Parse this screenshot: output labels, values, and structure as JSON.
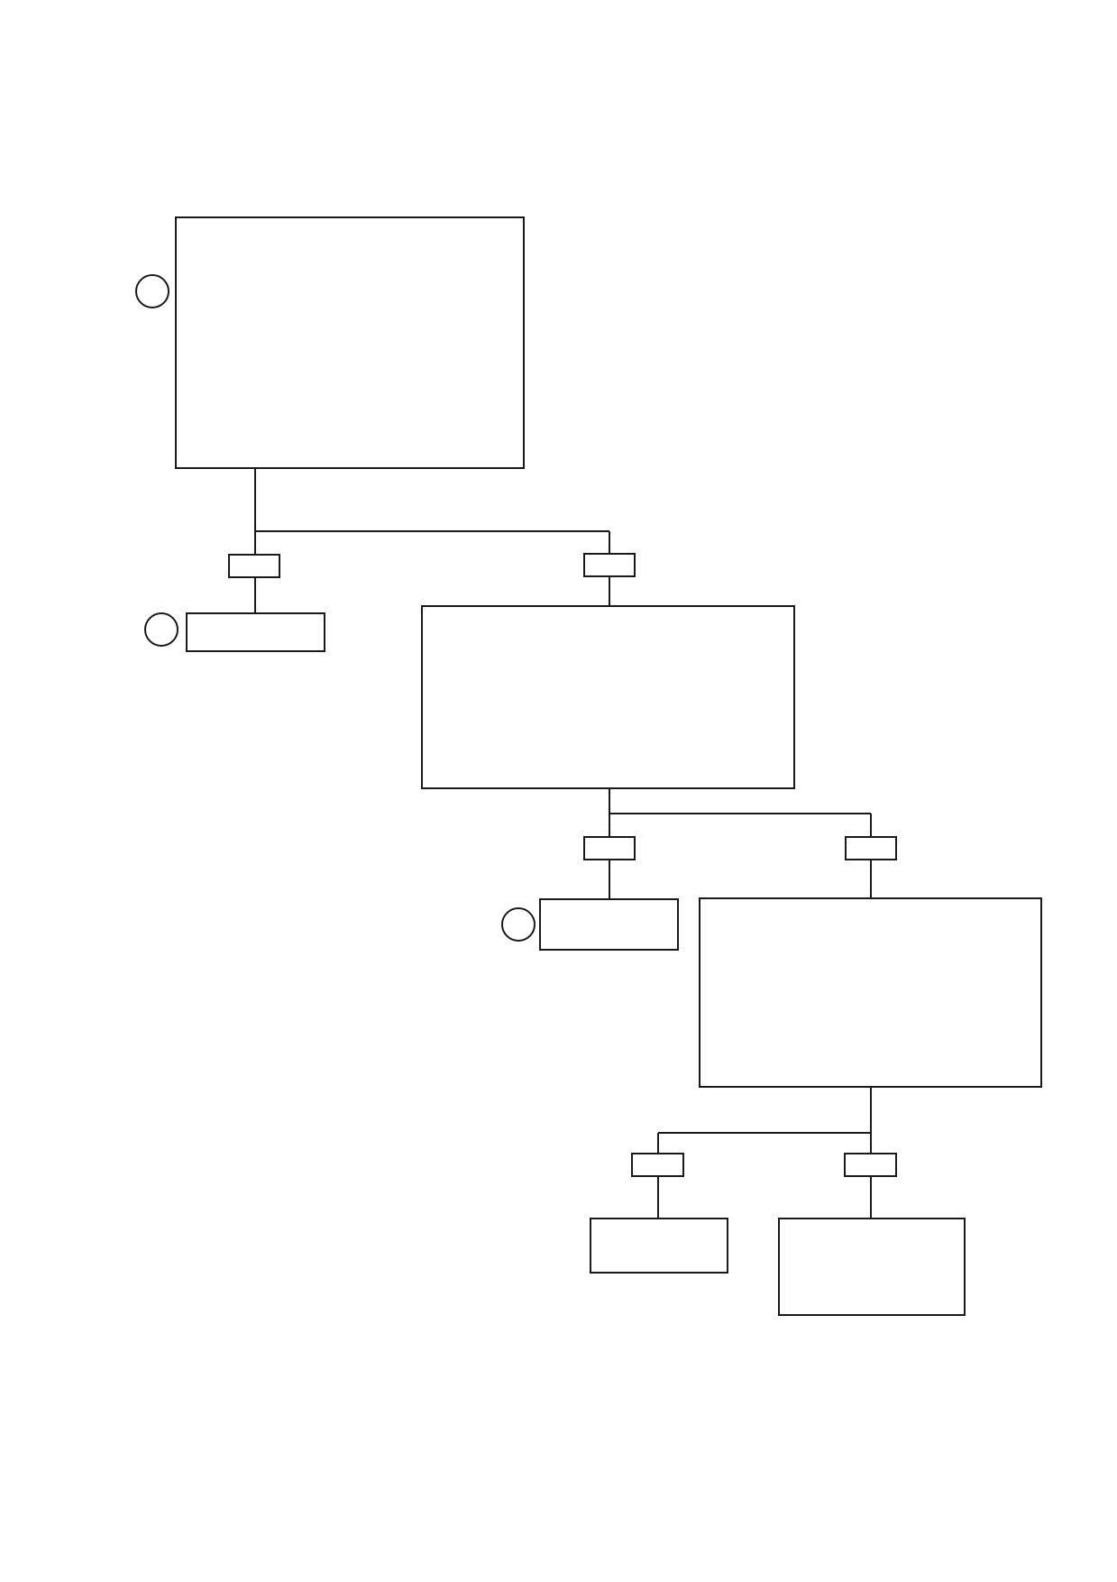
{
  "diagram": {
    "type": "decision-tree",
    "colors": {
      "stroke": "#1a1a1a",
      "background": "#ffffff"
    },
    "nodes": [
      {
        "id": "n1",
        "text": "",
        "marker": true
      },
      {
        "id": "n2",
        "text": "",
        "marker": true
      },
      {
        "id": "n3",
        "text": "",
        "marker": false
      },
      {
        "id": "n4",
        "text": "",
        "marker": true
      },
      {
        "id": "n5",
        "text": "",
        "marker": false
      },
      {
        "id": "n6",
        "text": "",
        "marker": false
      },
      {
        "id": "n7",
        "text": "",
        "marker": false
      }
    ],
    "edges": [
      {
        "from": "n1",
        "to": "n2",
        "label": ""
      },
      {
        "from": "n1",
        "to": "n3",
        "label": ""
      },
      {
        "from": "n3",
        "to": "n4",
        "label": ""
      },
      {
        "from": "n3",
        "to": "n5",
        "label": ""
      },
      {
        "from": "n5",
        "to": "n6",
        "label": ""
      },
      {
        "from": "n5",
        "to": "n7",
        "label": ""
      }
    ]
  }
}
